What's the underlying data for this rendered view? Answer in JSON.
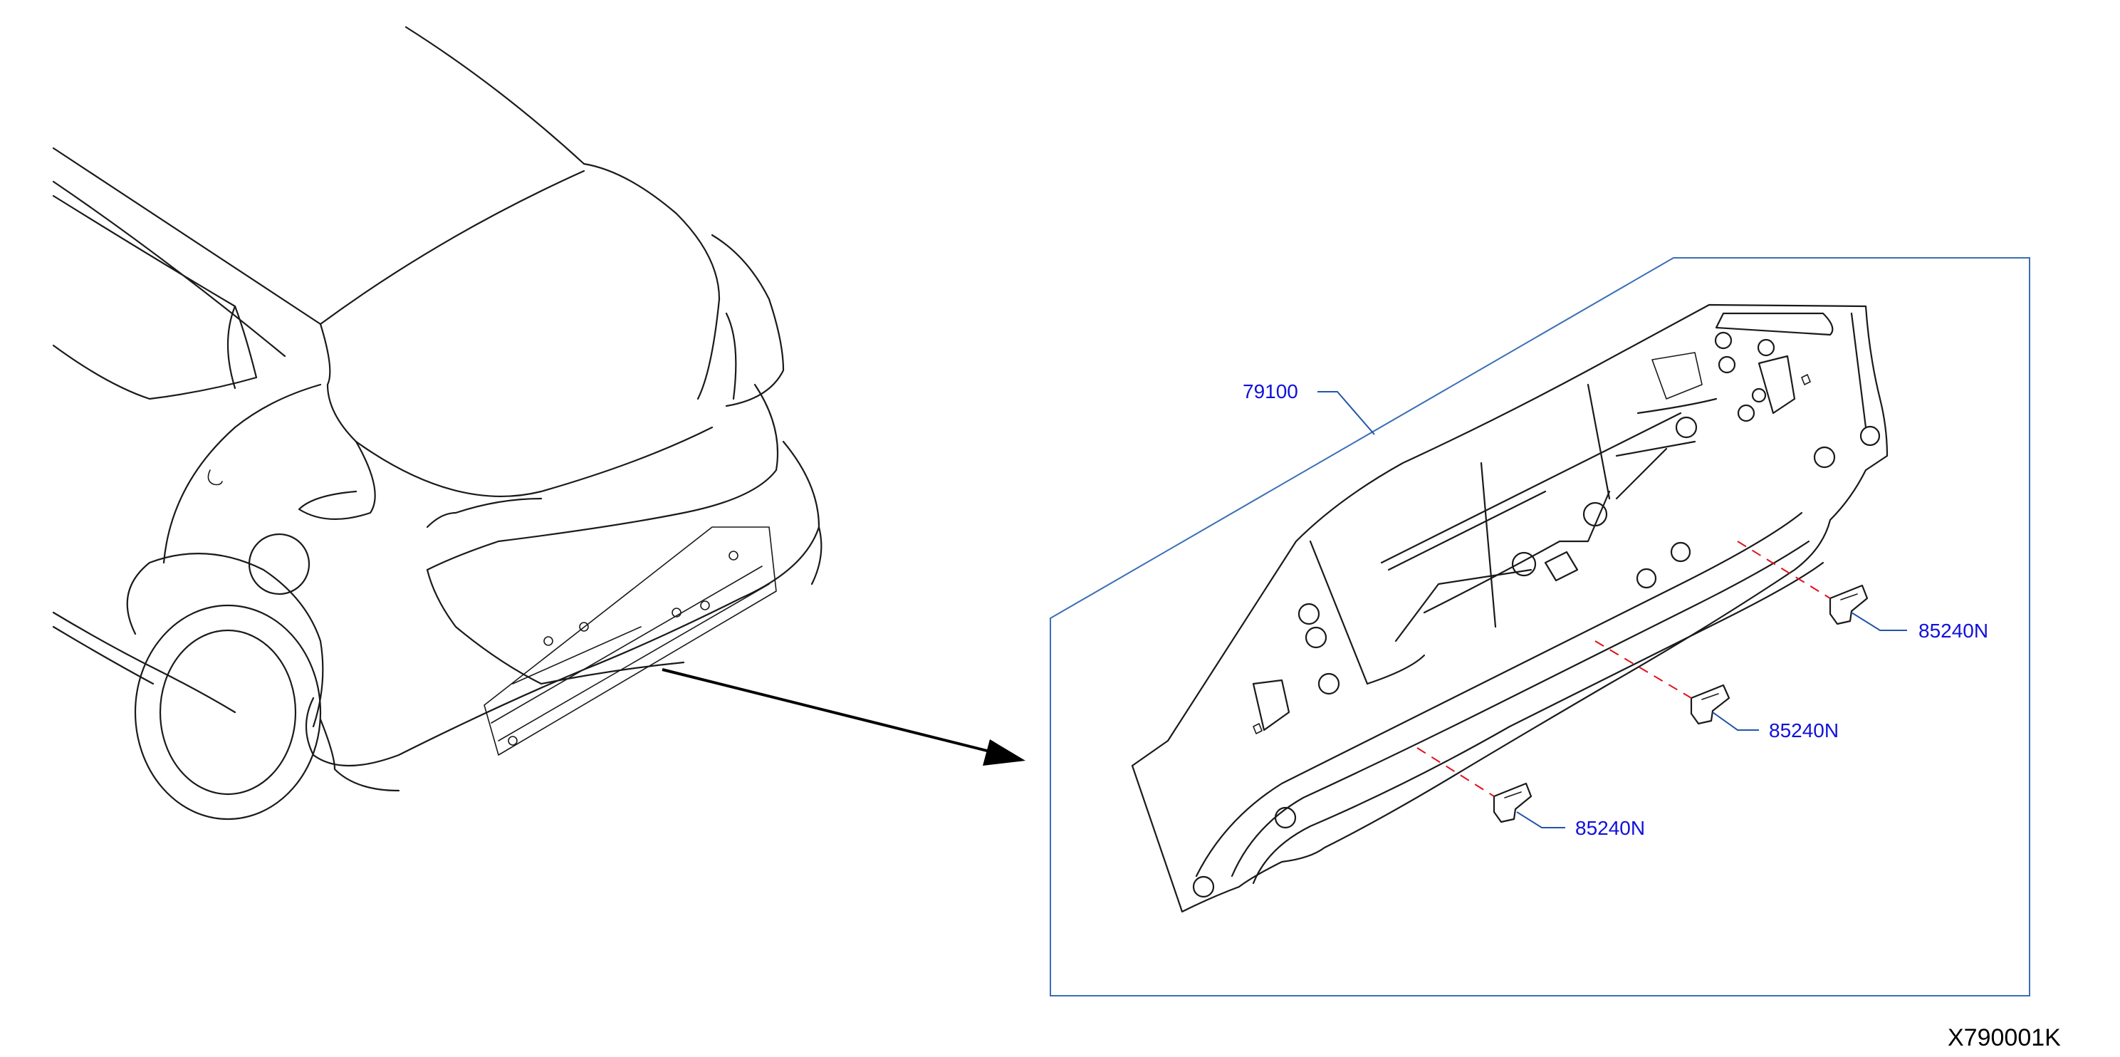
{
  "parts": {
    "panel": "79100",
    "clip_1": "85240N",
    "clip_2": "85240N",
    "clip_3": "85240N"
  },
  "diagram_code": "X790001K",
  "colors": {
    "part_label": "#1010dd",
    "detail_box": "#3a6fb5",
    "dashed_line": "#e0101a",
    "line_art": "#1a1a1a"
  }
}
